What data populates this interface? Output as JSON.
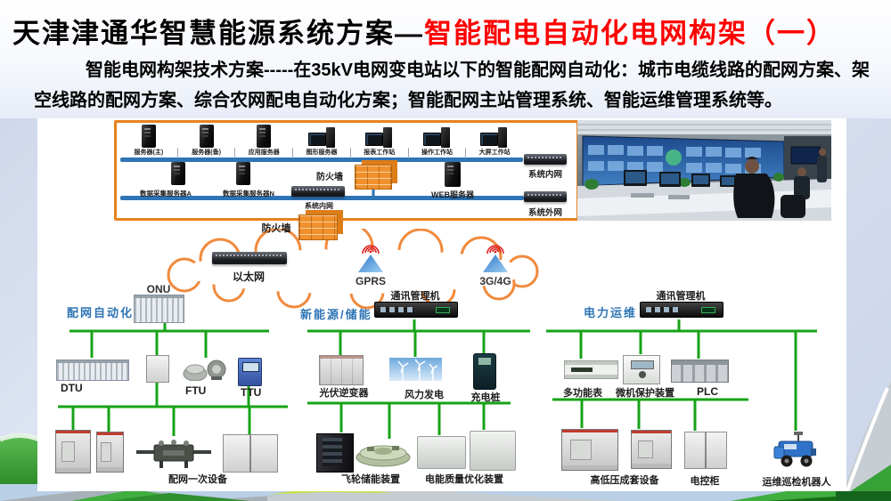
{
  "slide": {
    "title_black": "天津津通华智慧能源系统方案—",
    "title_red": "智能配电自动化电网构架（一）",
    "subtitle": "智能电网构架技术方案-----在35kV电网变电站以下的智能配网自动化：城市电缆线路的配网方案、架空线路的配网方案、综合农网配电自动化方案；智能配网主站管理系统、智能运维管理系统等。"
  },
  "colors": {
    "title_red": "#fe0000",
    "accent_orange": "#e8821e",
    "bus_blue": "#2f74b5",
    "bus_green": "#17a317",
    "section_blue": "#2e74b5"
  },
  "server_room": {
    "workstations": [
      "服务器(主)",
      "服务器(备)",
      "应用服务器",
      "图形服务器",
      "报表工作站",
      "操作工作站",
      "大屏工作站"
    ],
    "daq_server_a": "数据采集服务器A",
    "daq_server_n": "数据采集服务器N",
    "inner_network": "系统内网",
    "firewall": "防火墙",
    "web_server": "WEB服务器",
    "system_intranet": "系统内网",
    "system_extranet": "系统外网"
  },
  "wan": {
    "firewall": "防火墙",
    "ethernet": "以太网",
    "gprs": "GPRS",
    "g3g4": "3G/4G",
    "onu": "ONU"
  },
  "sections": {
    "distribution": {
      "title": "配网自动化",
      "devices": [
        "DTU",
        "FTU",
        "TTU"
      ],
      "bottom_label": "配网一次设备"
    },
    "renewable": {
      "title": "新能源/储能",
      "gateway": "通讯管理机",
      "devices": [
        "光伏逆变器",
        "风力发电",
        "充电桩"
      ],
      "bottom_labels": [
        "飞轮储能装置",
        "电能质量优化装置"
      ]
    },
    "operation": {
      "title": "电力运维",
      "gateway": "通讯管理机",
      "devices": [
        "多功能表",
        "微机保护装置",
        "PLC"
      ],
      "bottom_labels": [
        "高低压成套设备",
        "电控柜",
        "运维巡检机器人"
      ]
    }
  }
}
